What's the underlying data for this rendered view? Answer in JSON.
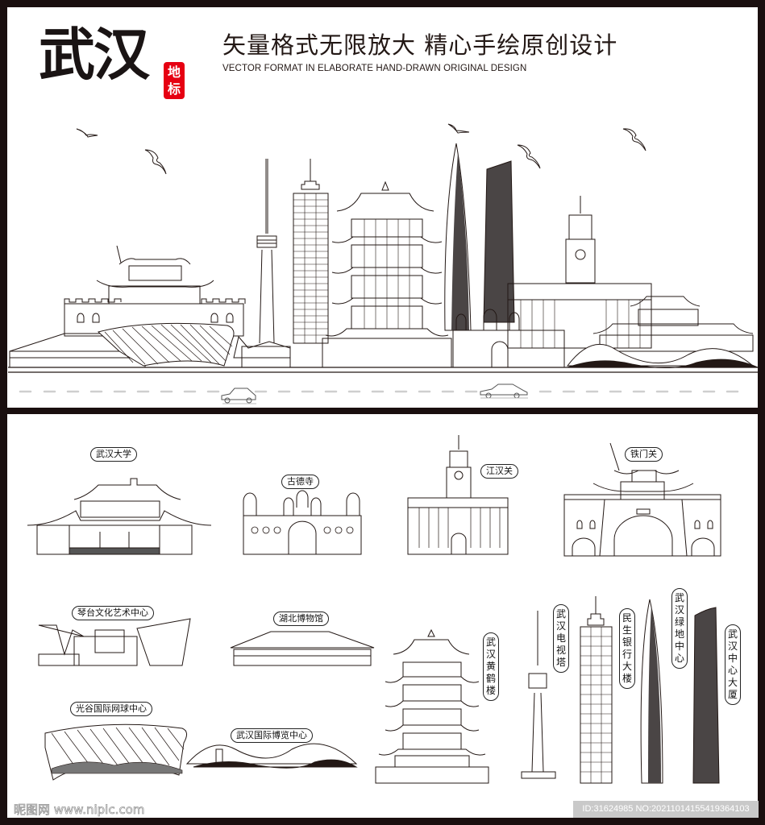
{
  "header": {
    "title": "武汉",
    "seal": "地标",
    "headline": "矢量格式无限放大  精心手绘原创设计",
    "subtitle": "VECTOR FORMAT IN ELABORATE HAND-DRAWN ORIGINAL DESIGN"
  },
  "landmarks": {
    "wuhan_university": "武汉大学",
    "gude_temple": "古德寺",
    "jianghan_customs": "江汉关",
    "tiemen_pass": "铁门关",
    "qintai_center": "琴台文化艺术中心",
    "hubei_museum": "湖北博物馆",
    "yellow_crane_tower": "武汉黄鹤楼",
    "tv_tower": "武汉电视塔",
    "minsheng_bank": "民生银行大楼",
    "greenland_center": "武汉绿地中心",
    "wuhan_center": "武汉中心大厦",
    "optics_valley_tennis": "光谷国际网球中心",
    "expo_center": "武汉国际博览中心"
  },
  "watermark": {
    "site": "昵图网 www.nipic.com",
    "id_text": "ID:31624985 NO:20211014155419364103"
  },
  "colors": {
    "frame": "#1a0f0f",
    "ink": "#231815",
    "seal_red": "#e60012",
    "dark_fill": "#4a4545",
    "watermark_bg": "#c9c9c9"
  }
}
